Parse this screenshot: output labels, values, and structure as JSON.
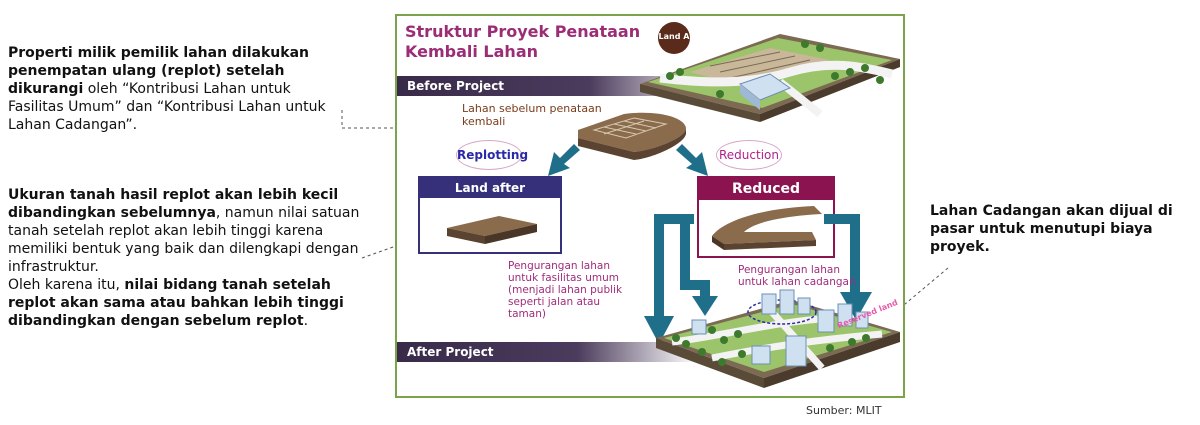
{
  "notes": {
    "top_bold": "Properti milik pemilik lahan dilakukan penempatan ulang (replot) setelah dikurangi",
    "top_rest": " oleh “Kontribusi Lahan untuk Fasilitas Umum” dan “Kontribusi Lahan untuk Lahan Cadangan”.",
    "mid_bold1": "Ukuran tanah hasil replot akan lebih kecil dibandingkan sebelumnya",
    "mid_rest1": ", namun nilai satuan tanah setelah replot akan lebih tinggi karena memiliki bentuk yang baik dan dilengkapi dengan infrastruktur.",
    "mid_plain2": "Oleh karena itu, ",
    "mid_bold2": "nilai bidang tanah setelah replot akan sama atau bahkan lebih tinggi dibandingkan dengan sebelum replot",
    "mid_end2": ".",
    "right": "Lahan Cadangan akan dijual di pasar untuk menutupi biaya proyek."
  },
  "diagram": {
    "title": "Struktur Proyek Penataan Kembali Lahan",
    "land_badge": "Land A",
    "before_bar": "Before Project",
    "after_bar": "After Project",
    "before_land_label": "Lahan sebelum penataan kembali",
    "replotting": "Replotting",
    "reduction": "Reduction",
    "land_after": "Land after",
    "reduced": "Reduced",
    "public_reduction": "Pengurangan lahan untuk fasilitas umum (menjadi lahan publik seperti jalan atau taman)",
    "reserve_reduction": "Pengurangan lahan untuk lahan cadangan",
    "reserved_land": "Reserved land"
  },
  "source": "Sumber: MLIT",
  "colors": {
    "frame": "#7aa34a",
    "title": "#9b2d76",
    "land_after": "#36307a",
    "reduced": "#8b1450",
    "arrow": "#1f6f8b"
  }
}
